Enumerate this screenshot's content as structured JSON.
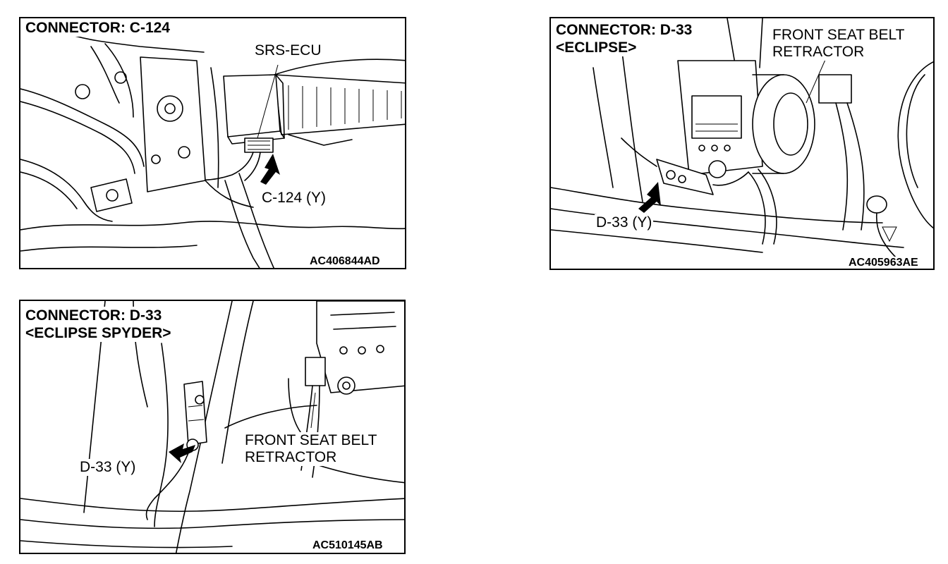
{
  "panels": [
    {
      "title_lines": [
        "CONNECTOR: C-124"
      ],
      "labels": [
        "SRS-ECU",
        "C-124 (Y)"
      ],
      "figure_code": "AC406844AD"
    },
    {
      "title_lines": [
        "CONNECTOR: D-33",
        "<ECLIPSE>"
      ],
      "labels": [
        "FRONT SEAT BELT",
        "RETRACTOR",
        "D-33 (Y)"
      ],
      "figure_code": "AC405963AE"
    },
    {
      "title_lines": [
        "CONNECTOR: D-33",
        "<ECLIPSE SPYDER>"
      ],
      "labels": [
        "FRONT SEAT BELT",
        "RETRACTOR",
        "D-33 (Y)"
      ],
      "figure_code": "AC510145AB"
    }
  ],
  "colors": {
    "line": "#000000",
    "background": "#ffffff"
  }
}
